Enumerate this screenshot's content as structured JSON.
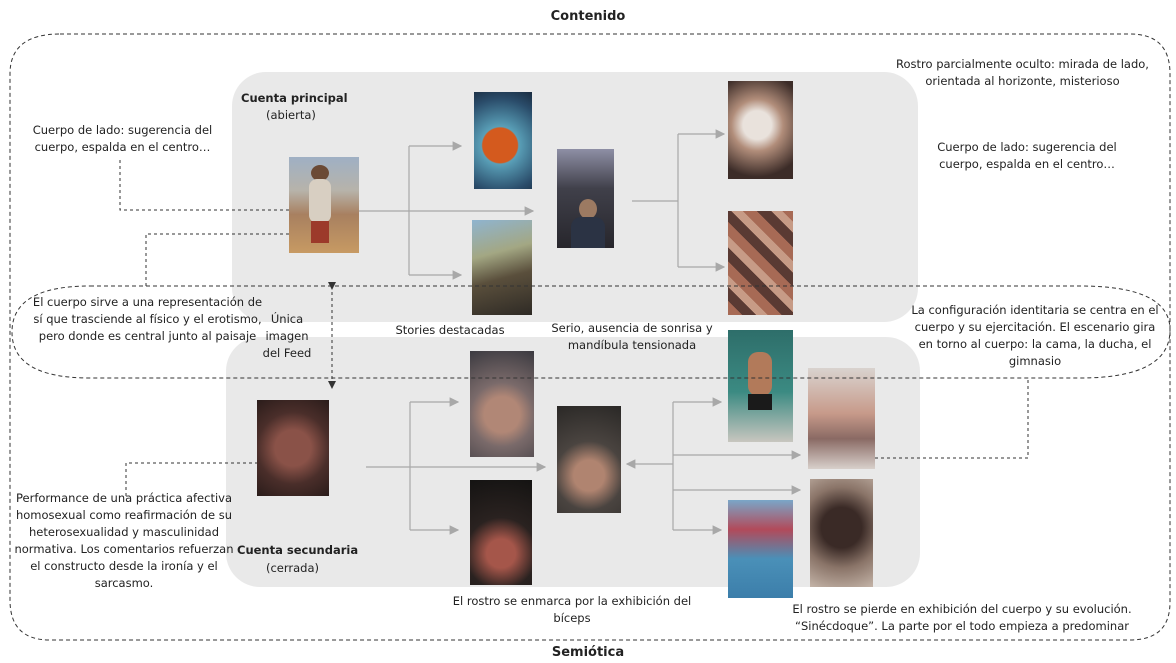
{
  "titles": {
    "top": "Contenido",
    "bottom": "Semiótica"
  },
  "principal": {
    "title": "Cuenta principal",
    "subtitle": "(abierta)"
  },
  "secundaria": {
    "title": "Cuenta secundaria",
    "subtitle": "(cerrada)"
  },
  "labels": {
    "lado_izq": "Cuerpo de lado: sugerencia del cuerpo, espalda en el centro…",
    "rostro_oculto": "Rostro parcialmente oculto: mirada de lado, orientada al horizonte, misterioso",
    "lado_der": "Cuerpo de lado: sugerencia del cuerpo, espalda en el centro…",
    "representacion": "El cuerpo sirve a una representación de sí que trasciende al físico y el erotismo, pero donde es central junto al paisaje",
    "unica": "Única imagen del Feed",
    "stories": "Stories destacadas",
    "serio": "Serio, ausencia de sonrisa y mandíbula tensionada",
    "configuracion": "La configuración identitaria se centra en el cuerpo y su ejercitación. El escenario gira en torno al cuerpo: la cama, la ducha, el gimnasio",
    "performance": "Performance de una práctica afectiva homosexual como reafirmación de su heterosexualidad y masculinidad normativa. Los comentarios refuerzan el constructo desde la ironía y el sarcasmo.",
    "rostro_biceps": "El rostro se enmarca por la exhibición del bíceps",
    "rostro_pierde": "El rostro se pierde en exhibición del cuerpo y su evolución. “Sinécdoque”. La parte por el todo empieza a predominar"
  },
  "colors": {
    "panel": "#e9e9e9",
    "arrow": "#a8a8a8",
    "dash": "#333333"
  }
}
